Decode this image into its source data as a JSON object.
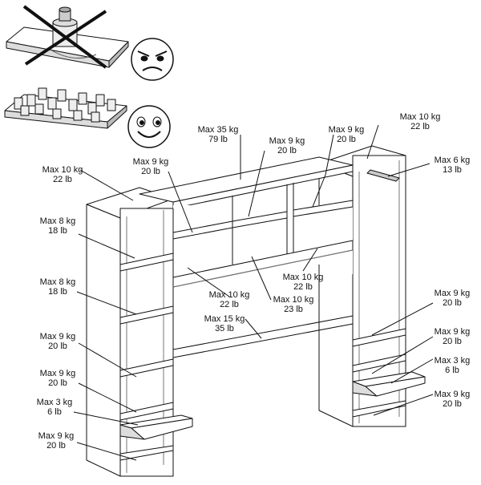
{
  "labels": [
    {
      "id": "top-left-tower-top",
      "kg": "Max 10 kg",
      "lb": "22 lb"
    },
    {
      "id": "left-shelf-1",
      "kg": "Max 8 kg",
      "lb": "18 lb"
    },
    {
      "id": "left-shelf-2",
      "kg": "Max 8 kg",
      "lb": "18 lb"
    },
    {
      "id": "left-shelf-3",
      "kg": "Max 9 kg",
      "lb": "20 lb"
    },
    {
      "id": "left-shelf-4",
      "kg": "Max 9 kg",
      "lb": "20 lb"
    },
    {
      "id": "left-drawer",
      "kg": "Max 3 kg",
      "lb": "6 lb"
    },
    {
      "id": "left-bottom",
      "kg": "Max 9 kg",
      "lb": "20 lb"
    },
    {
      "id": "bridge-left-cubby",
      "kg": "Max 9 kg",
      "lb": "20 lb"
    },
    {
      "id": "bridge-top",
      "kg": "Max 35 kg",
      "lb": "79 lb"
    },
    {
      "id": "bridge-mid-cubby",
      "kg": "Max 9 kg",
      "lb": "20 lb"
    },
    {
      "id": "bridge-right-cubby",
      "kg": "Max 9 kg",
      "lb": "20 lb"
    },
    {
      "id": "right-tower-top",
      "kg": "Max 10 kg",
      "lb": "22 lb"
    },
    {
      "id": "hanging-rail",
      "kg": "Max 6 kg",
      "lb": "13 lb"
    },
    {
      "id": "bridge-lower-left",
      "kg": "Max 10 kg",
      "lb": "22 lb"
    },
    {
      "id": "bridge-lower-mid",
      "kg": "Max 10 kg",
      "lb": "23 lb"
    },
    {
      "id": "bridge-lower-right",
      "kg": "Max 10 kg",
      "lb": "22 lb"
    },
    {
      "id": "bridge-lowest",
      "kg": "Max 15 kg",
      "lb": "35 lb"
    },
    {
      "id": "right-shelf-1",
      "kg": "Max 9 kg",
      "lb": "20 lb"
    },
    {
      "id": "right-shelf-2",
      "kg": "Max 9 kg",
      "lb": "20 lb"
    },
    {
      "id": "right-drawer",
      "kg": "Max 3 kg",
      "lb": "6 lb"
    },
    {
      "id": "right-bottom",
      "kg": "Max 9 kg",
      "lb": "20 lb"
    }
  ],
  "icons": {
    "bad_example": "concentrated-load-crossed-icon",
    "good_example": "distributed-load-icon",
    "sad_face": "sad-face-icon",
    "happy_face": "happy-face-icon"
  }
}
